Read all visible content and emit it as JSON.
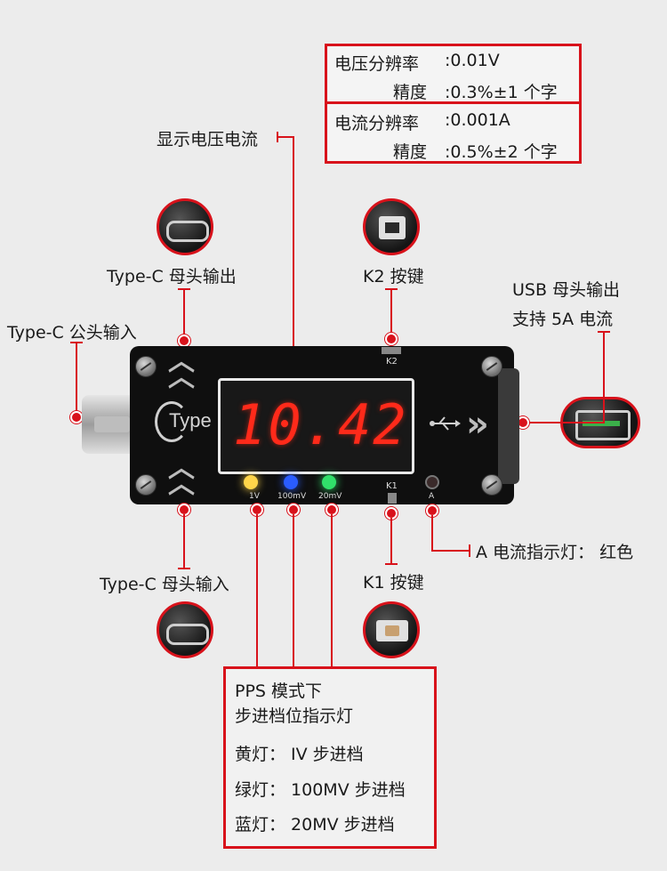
{
  "spec_box": {
    "row1_label": "电压分辨率",
    "row1_value": ":0.01V",
    "row2_label": "精度",
    "row2_value": ":0.3%±1 个字",
    "row3_label": "电流分辨率",
    "row3_value": ":0.001A",
    "row4_label": "精度",
    "row4_value": ":0.5%±2 个字"
  },
  "labels": {
    "display": "显示电压电流",
    "typec_female_out": "Type-C 母头输出",
    "k2_key": "K2 按键",
    "usb_out_line1": "USB 母头输出",
    "usb_out_line2": "支持 5A 电流",
    "typec_male_in": "Type-C 公头输入",
    "typec_female_in": "Type-C 母头输入",
    "k1_key": "K1 按键",
    "a_indicator": "A 电流指示灯：  红色"
  },
  "pps_box": {
    "line1": "PPS 模式下",
    "line2": "步进档位指示灯",
    "line3": "黄灯：  IV 步进档",
    "line4": "绿灯：  100MV 步进档",
    "line5": "蓝灯：  20MV 步进档"
  },
  "device": {
    "display_value": "10.42",
    "logo_text": "Type",
    "k2_mark": "K2",
    "k1_mark": "K1",
    "a_mark": "A",
    "led_1v": "1V",
    "led_100mv": "100mV",
    "led_20mv": "20mV"
  },
  "colors": {
    "accent": "#d8121b",
    "segment": "#ff2a1a",
    "led_yellow": "#ffd54a",
    "led_blue": "#2a5cff",
    "led_green": "#31e06a"
  }
}
